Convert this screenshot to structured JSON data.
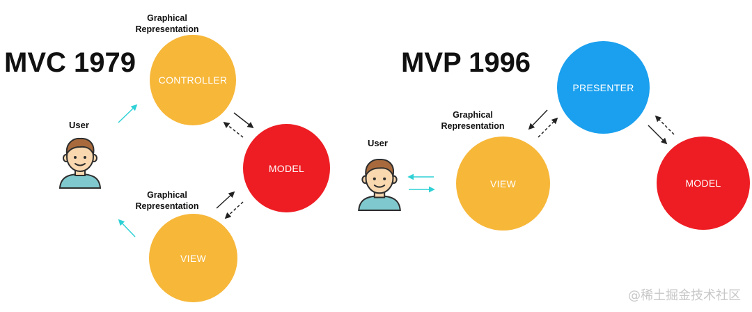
{
  "colors": {
    "yellow": "#F7B739",
    "red": "#EE1D23",
    "blue": "#1AA0EF",
    "cyan": "#2FD1D6",
    "skin": "#F9D8B0",
    "hair": "#A86A3C",
    "shirt": "#7FC9CE",
    "outline": "#2E2E2E"
  },
  "mvc": {
    "title": "MVC 1979",
    "controller_caption": "Graphical Representation",
    "view_caption": "Graphical Representation",
    "user_label": "User",
    "controller": "CONTROLLER",
    "model": "MODEL",
    "view": "VIEW",
    "user_icon": "user-avatar-icon"
  },
  "mvp": {
    "title": "MVP 1996",
    "view_caption": "Graphical Representation",
    "user_label": "User",
    "presenter": "PRESENTER",
    "view": "VIEW",
    "model": "MODEL",
    "user_icon": "user-avatar-icon"
  },
  "watermark": "@稀土掘金技术社区"
}
